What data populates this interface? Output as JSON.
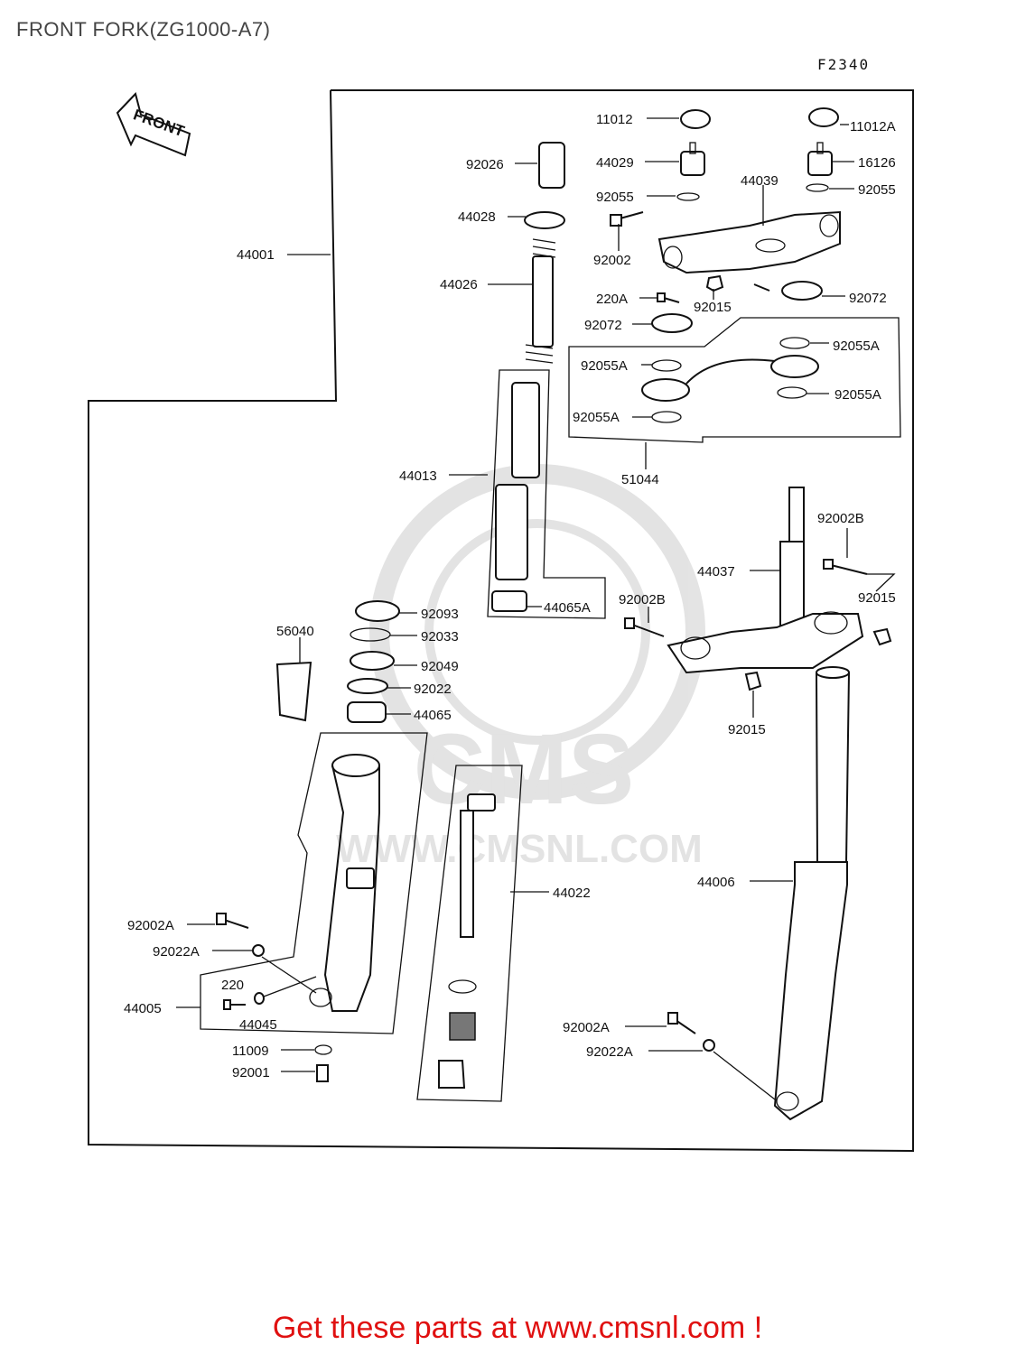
{
  "page": {
    "title": "FRONT FORK(ZG1000-A7)",
    "diagram_code": "F2340",
    "front_label": "FRONT",
    "footer": "Get these parts at www.cmsnl.com !"
  },
  "watermark": {
    "brand": "CMS",
    "url": "WWW.CMSNL.COM"
  },
  "parts": {
    "p11012": "11012",
    "p11012A": "11012A",
    "p92026": "92026",
    "p44029": "44029",
    "p16126": "16126",
    "p44039": "44039",
    "p92055_l": "92055",
    "p92055_r": "92055",
    "p44028": "44028",
    "p92002": "92002",
    "p44001": "44001",
    "p44026": "44026",
    "p220A": "220A",
    "p92015_t": "92015",
    "p92072_r": "92072",
    "p92072_l": "92072",
    "p92055A_1": "92055A",
    "p92055A_2": "92055A",
    "p92055A_3": "92055A",
    "p92055A_4": "92055A",
    "p44013": "44013",
    "p51044": "51044",
    "p92002B_t": "92002B",
    "p44037": "44037",
    "p92015_m": "92015",
    "p92002B_l": "92002B",
    "p44065A": "44065A",
    "p92093": "92093",
    "p56040": "56040",
    "p92033": "92033",
    "p92049": "92049",
    "p92022": "92022",
    "p44065": "44065",
    "p92015_b": "92015",
    "p44022": "44022",
    "p44006": "44006",
    "p92002A_l": "92002A",
    "p92022A_l": "92022A",
    "p220": "220",
    "p44005": "44005",
    "p44045": "44045",
    "p11009": "11009",
    "p92001": "92001",
    "p92002A_r": "92002A",
    "p92022A_r": "92022A"
  }
}
